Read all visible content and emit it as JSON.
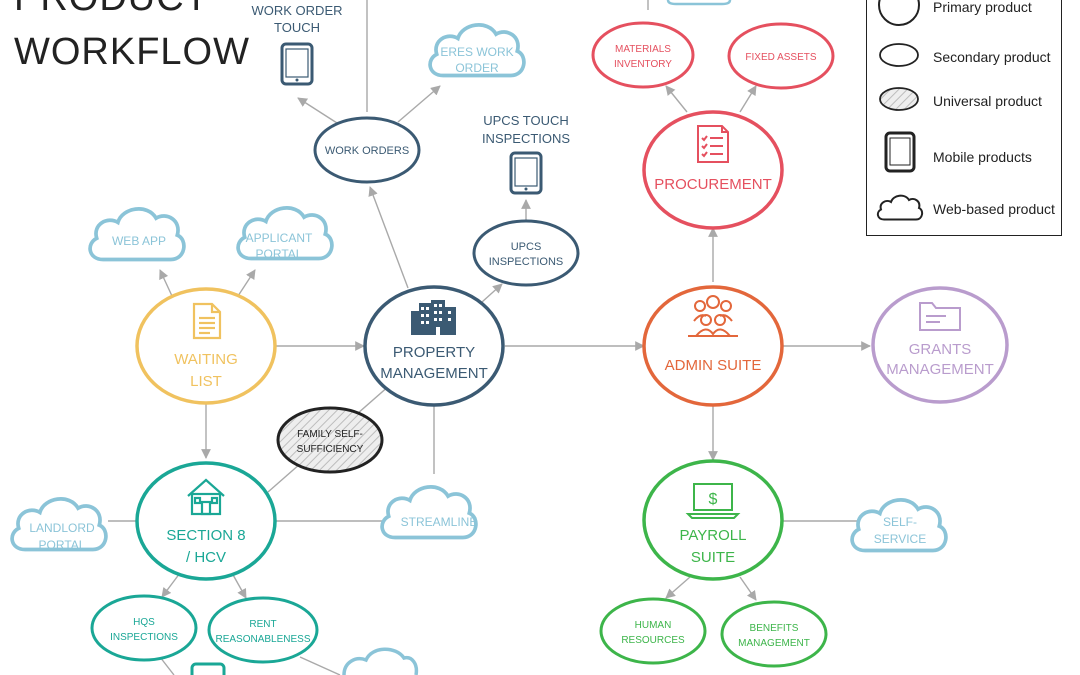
{
  "title": {
    "line1": "PRODUCT",
    "line2": "WORKFLOW"
  },
  "colors": {
    "navy": "#3b5a73",
    "red": "#e5505f",
    "orange": "#e3673b",
    "yellow": "#f0c25f",
    "teal": "#1aa796",
    "green": "#3db54a",
    "purple": "#b99ccd",
    "sky": "#8bc4d8",
    "gray": "#a9a9a9"
  },
  "nodes": {
    "property_management": [
      "PROPERTY",
      "MANAGEMENT"
    ],
    "work_orders": [
      "WORK ORDERS"
    ],
    "upcs_inspections": [
      "UPCS",
      "INSPECTIONS"
    ],
    "waiting_list": [
      "WAITING",
      "LIST"
    ],
    "section8": [
      "SECTION 8",
      "/ HCV"
    ],
    "family_self_sufficiency": [
      "FAMILY SELF-",
      "SUFFICIENCY"
    ],
    "hqs_inspections": [
      "HQS",
      "INSPECTIONS"
    ],
    "rent_reasonableness": [
      "RENT",
      "REASONABLENESS"
    ],
    "admin_suite": [
      "ADMIN SUITE"
    ],
    "procurement": [
      "PROCUREMENT"
    ],
    "materials_inventory": [
      "MATERIALS",
      "INVENTORY"
    ],
    "fixed_assets": [
      "FIXED ASSETS"
    ],
    "grants_management": [
      "GRANTS",
      "MANAGEMENT"
    ],
    "payroll_suite": [
      "PAYROLL",
      "SUITE"
    ],
    "human_resources": [
      "HUMAN",
      "RESOURCES"
    ],
    "benefits_management": [
      "BENEFITS",
      "MANAGEMENT"
    ]
  },
  "clouds": {
    "eres_work_order": [
      "ERES WORK",
      "ORDER"
    ],
    "web_app": [
      "WEB APP"
    ],
    "applicant_portal": [
      "APPLICANT",
      "PORTAL"
    ],
    "landlord_portal": [
      "LANDLORD",
      "PORTAL"
    ],
    "streamline": [
      "STREAMLINE"
    ],
    "self_service": [
      "SELF-",
      "SERVICE"
    ]
  },
  "mobile": {
    "work_order_touch": [
      "WORK ORDER",
      "TOUCH"
    ],
    "upcs_touch_inspections": [
      "UPCS TOUCH",
      "INSPECTIONS"
    ]
  },
  "legend": [
    {
      "label": "Primary product",
      "icon": "primary-circle-icon"
    },
    {
      "label": "Secondary product",
      "icon": "secondary-ellipse-icon"
    },
    {
      "label": "Universal product",
      "icon": "hatched-ellipse-icon"
    },
    {
      "label": "Mobile products",
      "icon": "tablet-icon"
    },
    {
      "label": "Web-based product",
      "icon": "cloud-icon"
    }
  ]
}
